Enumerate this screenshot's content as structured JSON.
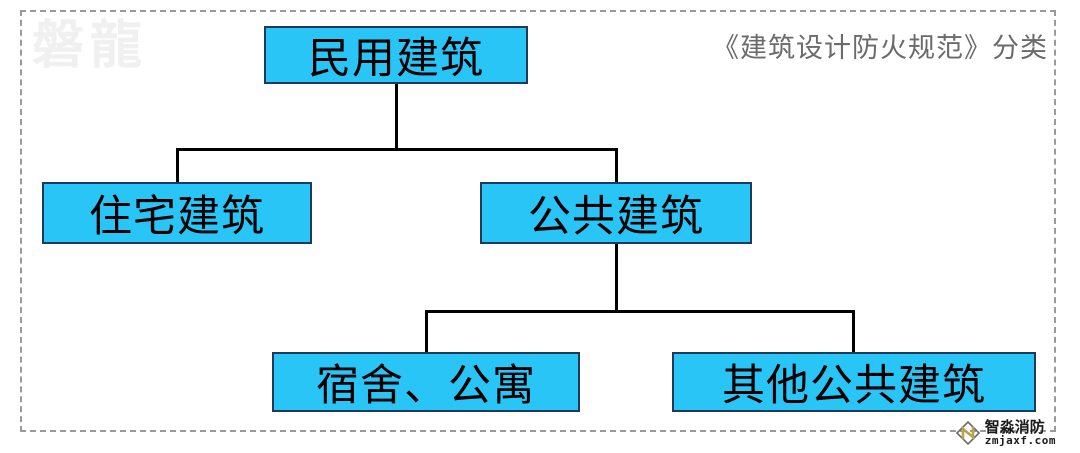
{
  "page": {
    "caption": "《建筑设计防火规范》分类",
    "brand_watermark": "磐龍",
    "background_color": "#ffffff",
    "frame_style": "dashed",
    "frame_color": "#9a9a9a"
  },
  "diagram": {
    "type": "tree",
    "node_fill_color": "#29c5f6",
    "node_border_color": "#1b3a5c",
    "connector_color": "#000000",
    "nodes": [
      {
        "id": "root",
        "label": "民用建筑",
        "level": 1,
        "parent": null
      },
      {
        "id": "l2a",
        "label": "住宅建筑",
        "level": 2,
        "parent": "root"
      },
      {
        "id": "l2b",
        "label": "公共建筑",
        "level": 2,
        "parent": "root"
      },
      {
        "id": "l3a",
        "label": "宿舍、公寓",
        "level": 3,
        "parent": "l2b"
      },
      {
        "id": "l3b",
        "label": "其他公共建筑",
        "level": 3,
        "parent": "l2b"
      }
    ]
  },
  "watermark": {
    "company_cn": "智淼消防",
    "site_url": "zmjaxf.com",
    "logo_icon": "diamond-logo-icon"
  }
}
